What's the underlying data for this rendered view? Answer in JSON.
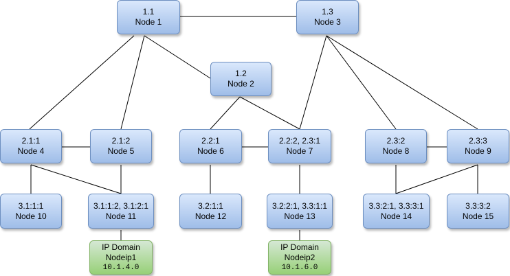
{
  "nodes": {
    "n1": {
      "id": "1.1",
      "label": "Node 1"
    },
    "n3": {
      "id": "1.3",
      "label": "Node 3"
    },
    "n2": {
      "id": "1.2",
      "label": "Node 2"
    },
    "n4": {
      "id": "2.1:1",
      "label": "Node 4"
    },
    "n5": {
      "id": "2.1:2",
      "label": "Node 5"
    },
    "n6": {
      "id": "2.2:1",
      "label": "Node 6"
    },
    "n7": {
      "id": "2.2:2, 2.3:1",
      "label": "Node 7"
    },
    "n8": {
      "id": "2.3:2",
      "label": "Node 8"
    },
    "n9": {
      "id": "2.3:3",
      "label": "Node 9"
    },
    "n10": {
      "id": "3.1:1:1",
      "label": "Node 10"
    },
    "n11": {
      "id": "3.1:1:2, 3.1:2:1",
      "label": "Node 11"
    },
    "n12": {
      "id": "3.2:1:1",
      "label": "Node 12"
    },
    "n13": {
      "id": "3.2:2:1, 3.3:1:1",
      "label": "Node 13"
    },
    "n14": {
      "id": "3.3:2:1, 3.3:3:1",
      "label": "Node 14"
    },
    "n15": {
      "id": "3.3:3:2",
      "label": "Node 15"
    }
  },
  "ip_domains": {
    "d1": {
      "title": "IP Domain",
      "name": "Nodeip1",
      "address": "10.1.4.0"
    },
    "d2": {
      "title": "IP Domain",
      "name": "Nodeip2",
      "address": "10.1.6.0"
    }
  }
}
